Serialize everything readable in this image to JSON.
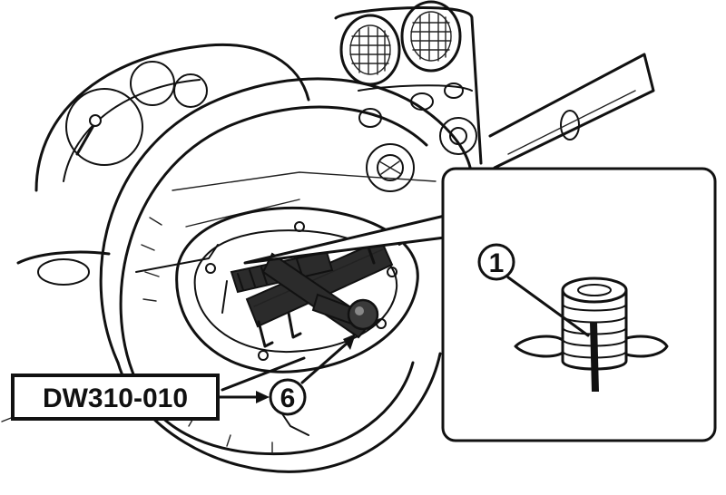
{
  "tool_label": "DW310-010",
  "callouts": {
    "main": "6",
    "detail": "1"
  },
  "colors": {
    "ink": "#111111",
    "paper": "#ffffff"
  }
}
